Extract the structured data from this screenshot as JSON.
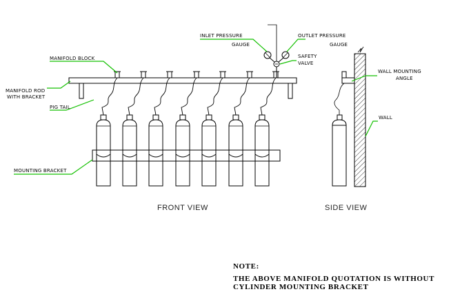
{
  "labels": {
    "manifold_block": "MANIFOLD BLOCK",
    "manifold_rod_1": "MANIFOLD ROD",
    "manifold_rod_2": "WITH BRACKET",
    "pig_tail": "PIG TAIL",
    "mounting_bracket": "MOUNTING BRACKET",
    "inlet_pressure_1": "INLET PRESSURE",
    "inlet_pressure_2": "GAUGE",
    "outlet_pressure_1": "OUTLET PRESSURE",
    "outlet_pressure_2": "GAUGE",
    "safety_valve_1": "SAFETY",
    "safety_valve_2": "VALVE",
    "wall_mounting_1": "WALL MOUNTING",
    "wall_mounting_2": "ANGLE",
    "wall": "WALL"
  },
  "views": {
    "front": "FRONT VIEW",
    "side": "SIDE VIEW"
  },
  "note": {
    "heading": "NOTE:",
    "line1": "THE ABOVE MANIFOLD QUOTATION IS WITHOUT",
    "line2": "CYLINDER MOUNTING BRACKET"
  },
  "colors": {
    "leader": "#13c000",
    "drawing": "#000000"
  }
}
